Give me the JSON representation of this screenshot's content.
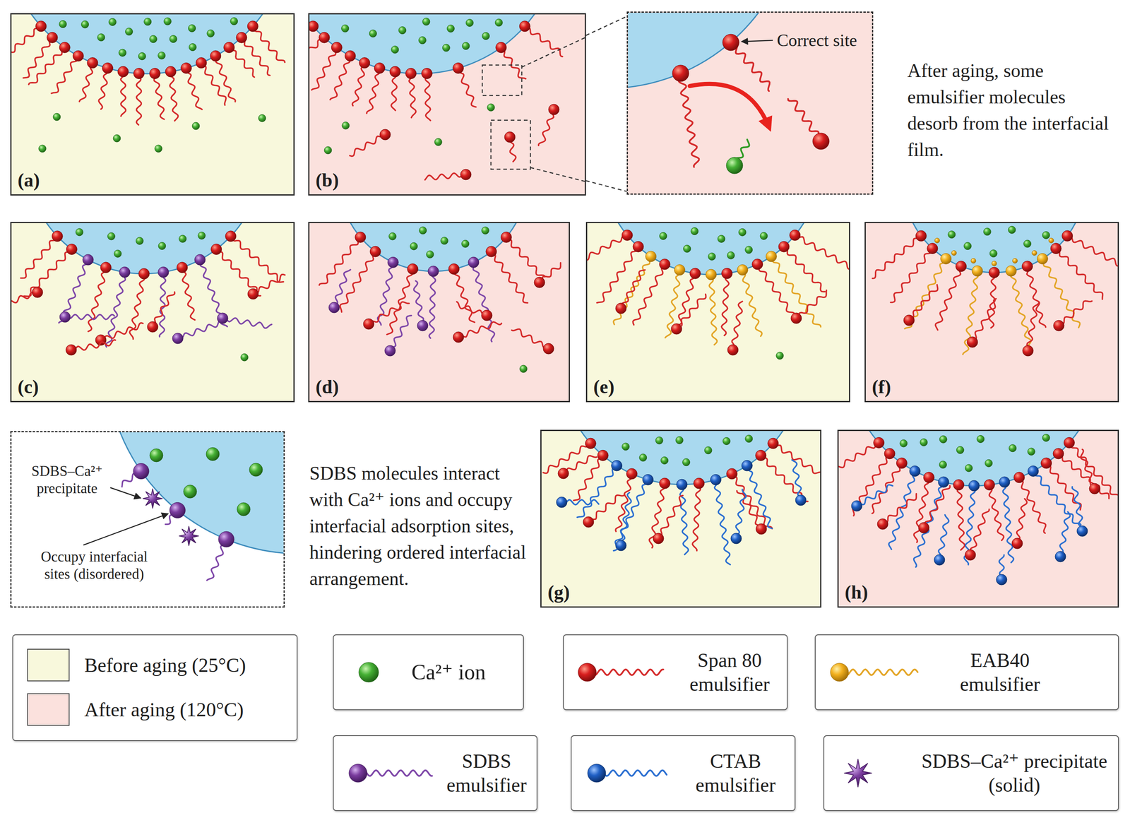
{
  "diagram": {
    "nodes": [
      {
        "text": [
          "(a)"
        ]
      },
      {
        "text": [
          "(b)"
        ]
      },
      {
        "text": [
          "Correct site"
        ]
      },
      {
        "text": [
          "(c)"
        ]
      },
      {
        "text": [
          "(d)"
        ]
      },
      {
        "text": [
          "(e)"
        ]
      },
      {
        "text": [
          "(f)"
        ]
      },
      {
        "text": [
          "SDBS–Ca²⁺ precipitate",
          "Occupy interfacial sites (disordered)"
        ]
      },
      {
        "text": [
          "(g)"
        ]
      },
      {
        "text": [
          "(h)"
        ]
      }
    ],
    "labels": [
      "After aging, some emulsifier molecules desorb from the interfacial film.",
      "SDBS molecules interact with Ca²⁺ ions and occupy interfacial adsorption sites, hindering ordered interfacial arrangement."
    ],
    "legend": [
      {
        "text": "Before aging (25°C)",
        "color": "#f8f8dc"
      },
      {
        "text": "After aging (120°C)",
        "color": "#fbe1dd"
      },
      {
        "text": "Ca²⁺ ion"
      },
      {
        "text": "Span 80 emulsifier"
      },
      {
        "text": "EAB40 emulsifier"
      },
      {
        "text": "SDBS emulsifier"
      },
      {
        "text": "CTAB emulsifier"
      },
      {
        "text": "SDBS–Ca²⁺ precipitate (solid)"
      }
    ]
  }
}
